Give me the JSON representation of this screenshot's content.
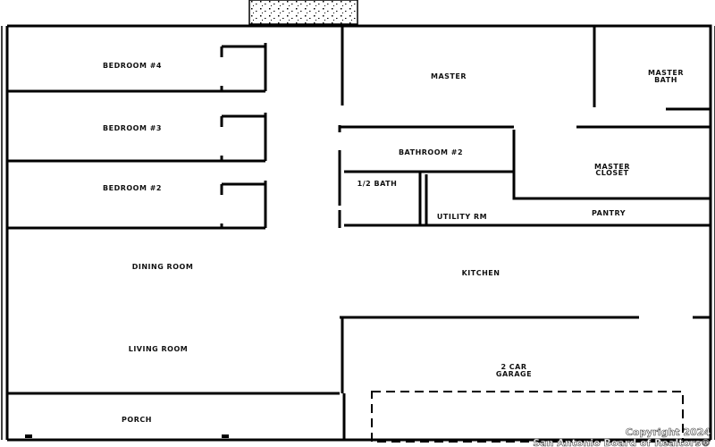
{
  "rooms": {
    "bedroom4": "BEDROOM #4",
    "bedroom3": "BEDROOM #3",
    "bedroom2": "BEDROOM #2",
    "master": "MASTER",
    "master_bath": [
      "MASTER",
      "BATH"
    ],
    "bathroom2": "BATHROOM #2",
    "half_bath": "1/2 BATH",
    "master_closet": [
      "MASTER",
      "CLOSET"
    ],
    "utility": "UTILITY RM",
    "pantry": "PANTRY",
    "kitchen": "KITCHEN",
    "dining": "DINING ROOM",
    "living": "LIVING ROOM",
    "garage": [
      "2 CAR",
      "GARAGE"
    ],
    "porch": "PORCH"
  },
  "watermark": {
    "line1": "Copyright 2024",
    "line2": "San Antonio Board of Realtors®"
  }
}
